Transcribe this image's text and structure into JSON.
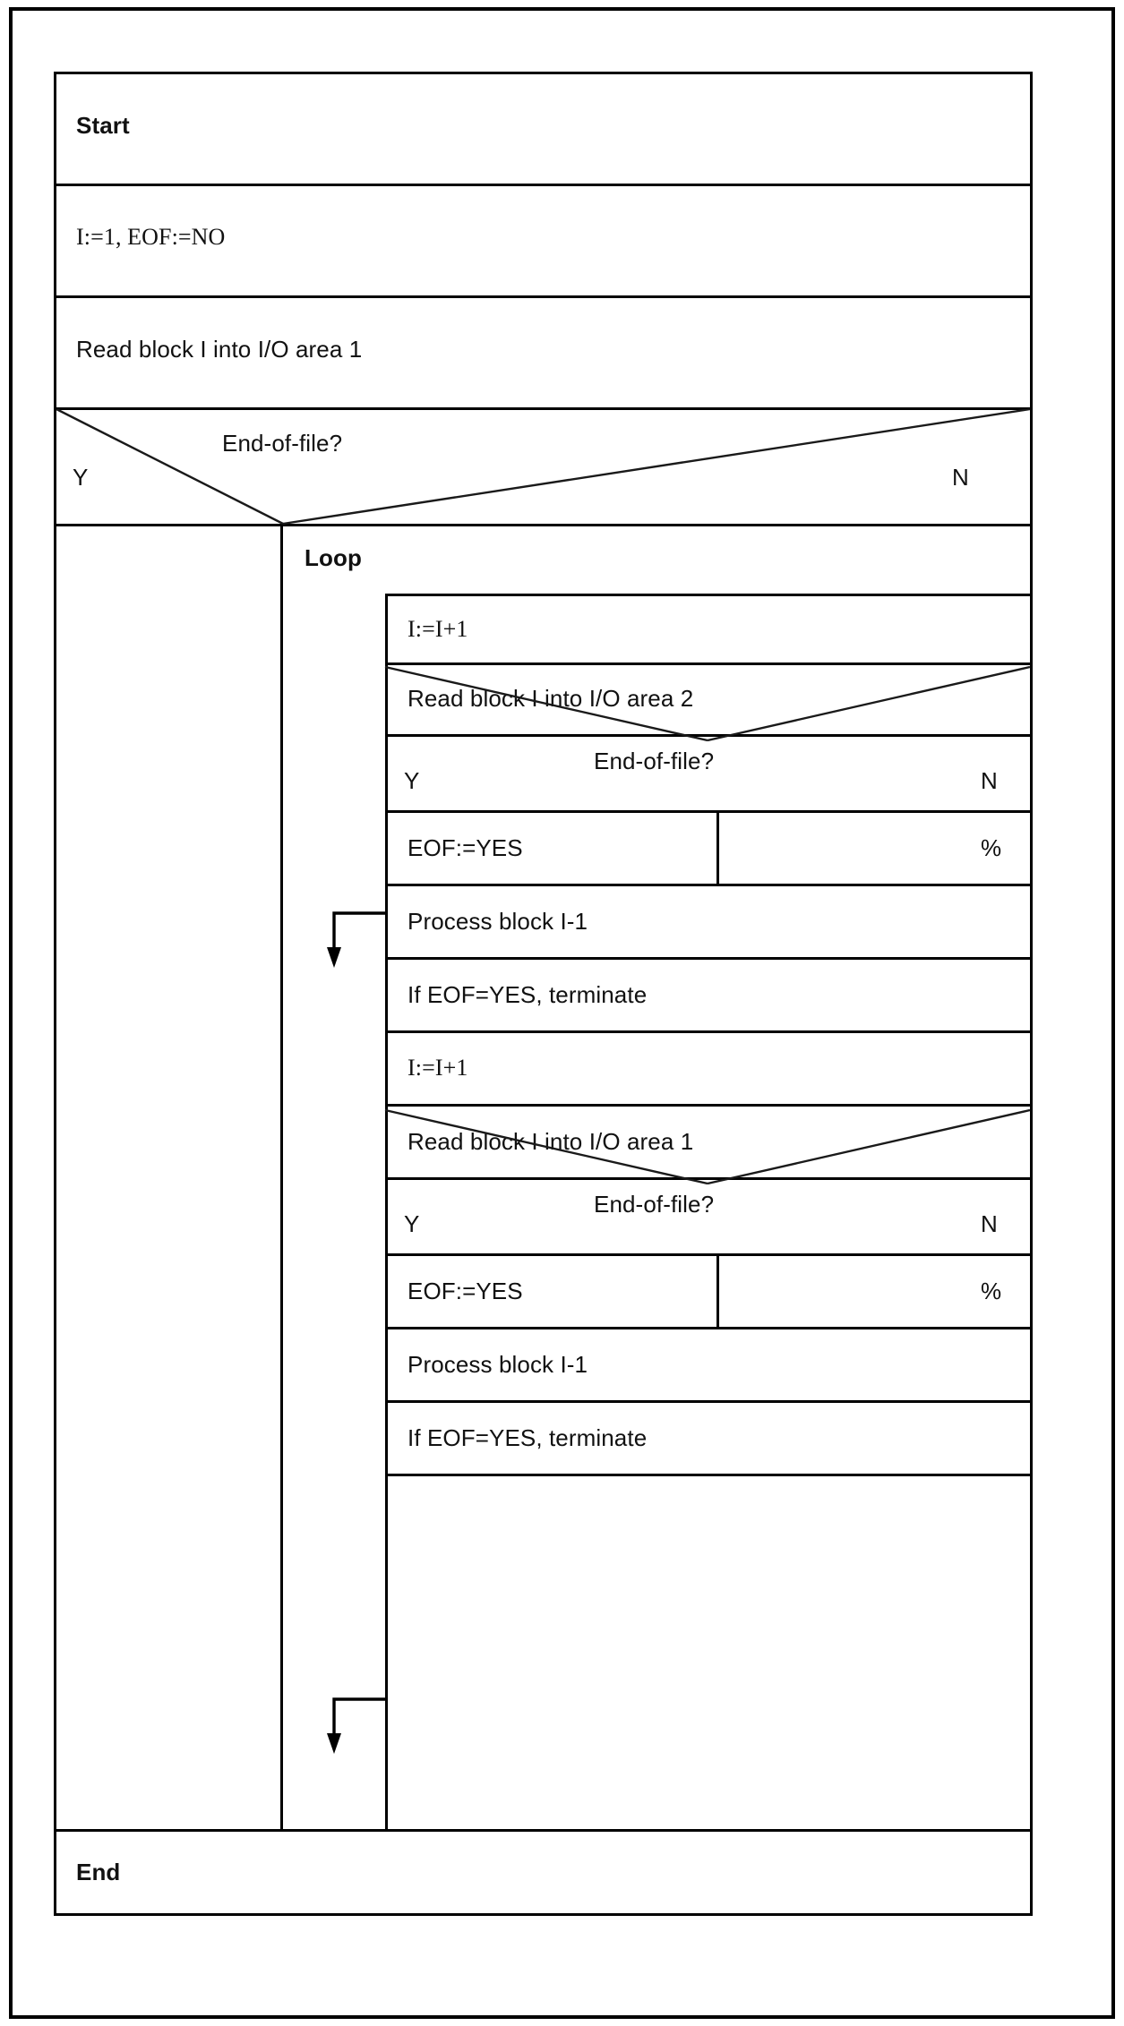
{
  "diagram": {
    "type": "nassi-shneiderman",
    "title_block": "Start",
    "end_block": "End",
    "branch_labels": {
      "yes": "Y",
      "no": "N",
      "empty": "%"
    },
    "loop_label": "Loop",
    "rows": [
      {
        "id": "start",
        "kind": "process",
        "text": "Start",
        "bold": true
      },
      {
        "id": "init",
        "kind": "process",
        "text": "I:=1, EOF:=NO"
      },
      {
        "id": "read1",
        "kind": "process",
        "text": "Read block I into I/O area 1"
      },
      {
        "id": "eof1",
        "kind": "decision",
        "text": "End-of-file?",
        "yes": "Y",
        "no": "N"
      },
      {
        "id": "loop",
        "kind": "loop",
        "text": "Loop"
      },
      {
        "id": "inc1",
        "kind": "process",
        "text": "I:=I+1"
      },
      {
        "id": "read2",
        "kind": "process",
        "text": "Read block I into I/O area 2"
      },
      {
        "id": "eof2",
        "kind": "decision",
        "text": "End-of-file?",
        "yes": "Y",
        "no": "N"
      },
      {
        "id": "eof2branch",
        "kind": "split",
        "left": "EOF:=YES",
        "right": "%"
      },
      {
        "id": "proc1",
        "kind": "process",
        "text": "Process block I-1"
      },
      {
        "id": "term1",
        "kind": "process",
        "text": "If EOF=YES, terminate",
        "exit_arrow": true
      },
      {
        "id": "inc2",
        "kind": "process",
        "text": "I:=I+1"
      },
      {
        "id": "read3",
        "kind": "process",
        "text": "Read block I into I/O area 1"
      },
      {
        "id": "eof3",
        "kind": "decision",
        "text": "End-of-file?",
        "yes": "Y",
        "no": "N"
      },
      {
        "id": "eof3branch",
        "kind": "split",
        "left": "EOF:=YES",
        "right": "%"
      },
      {
        "id": "proc2",
        "kind": "process",
        "text": "Process block I-1"
      },
      {
        "id": "term2",
        "kind": "process",
        "text": "If EOF=YES, terminate",
        "exit_arrow": true
      },
      {
        "id": "end",
        "kind": "process",
        "text": "End",
        "bold": true
      }
    ],
    "colors": {
      "stroke": "#000000",
      "text": "#111111",
      "background": "#ffffff"
    }
  }
}
